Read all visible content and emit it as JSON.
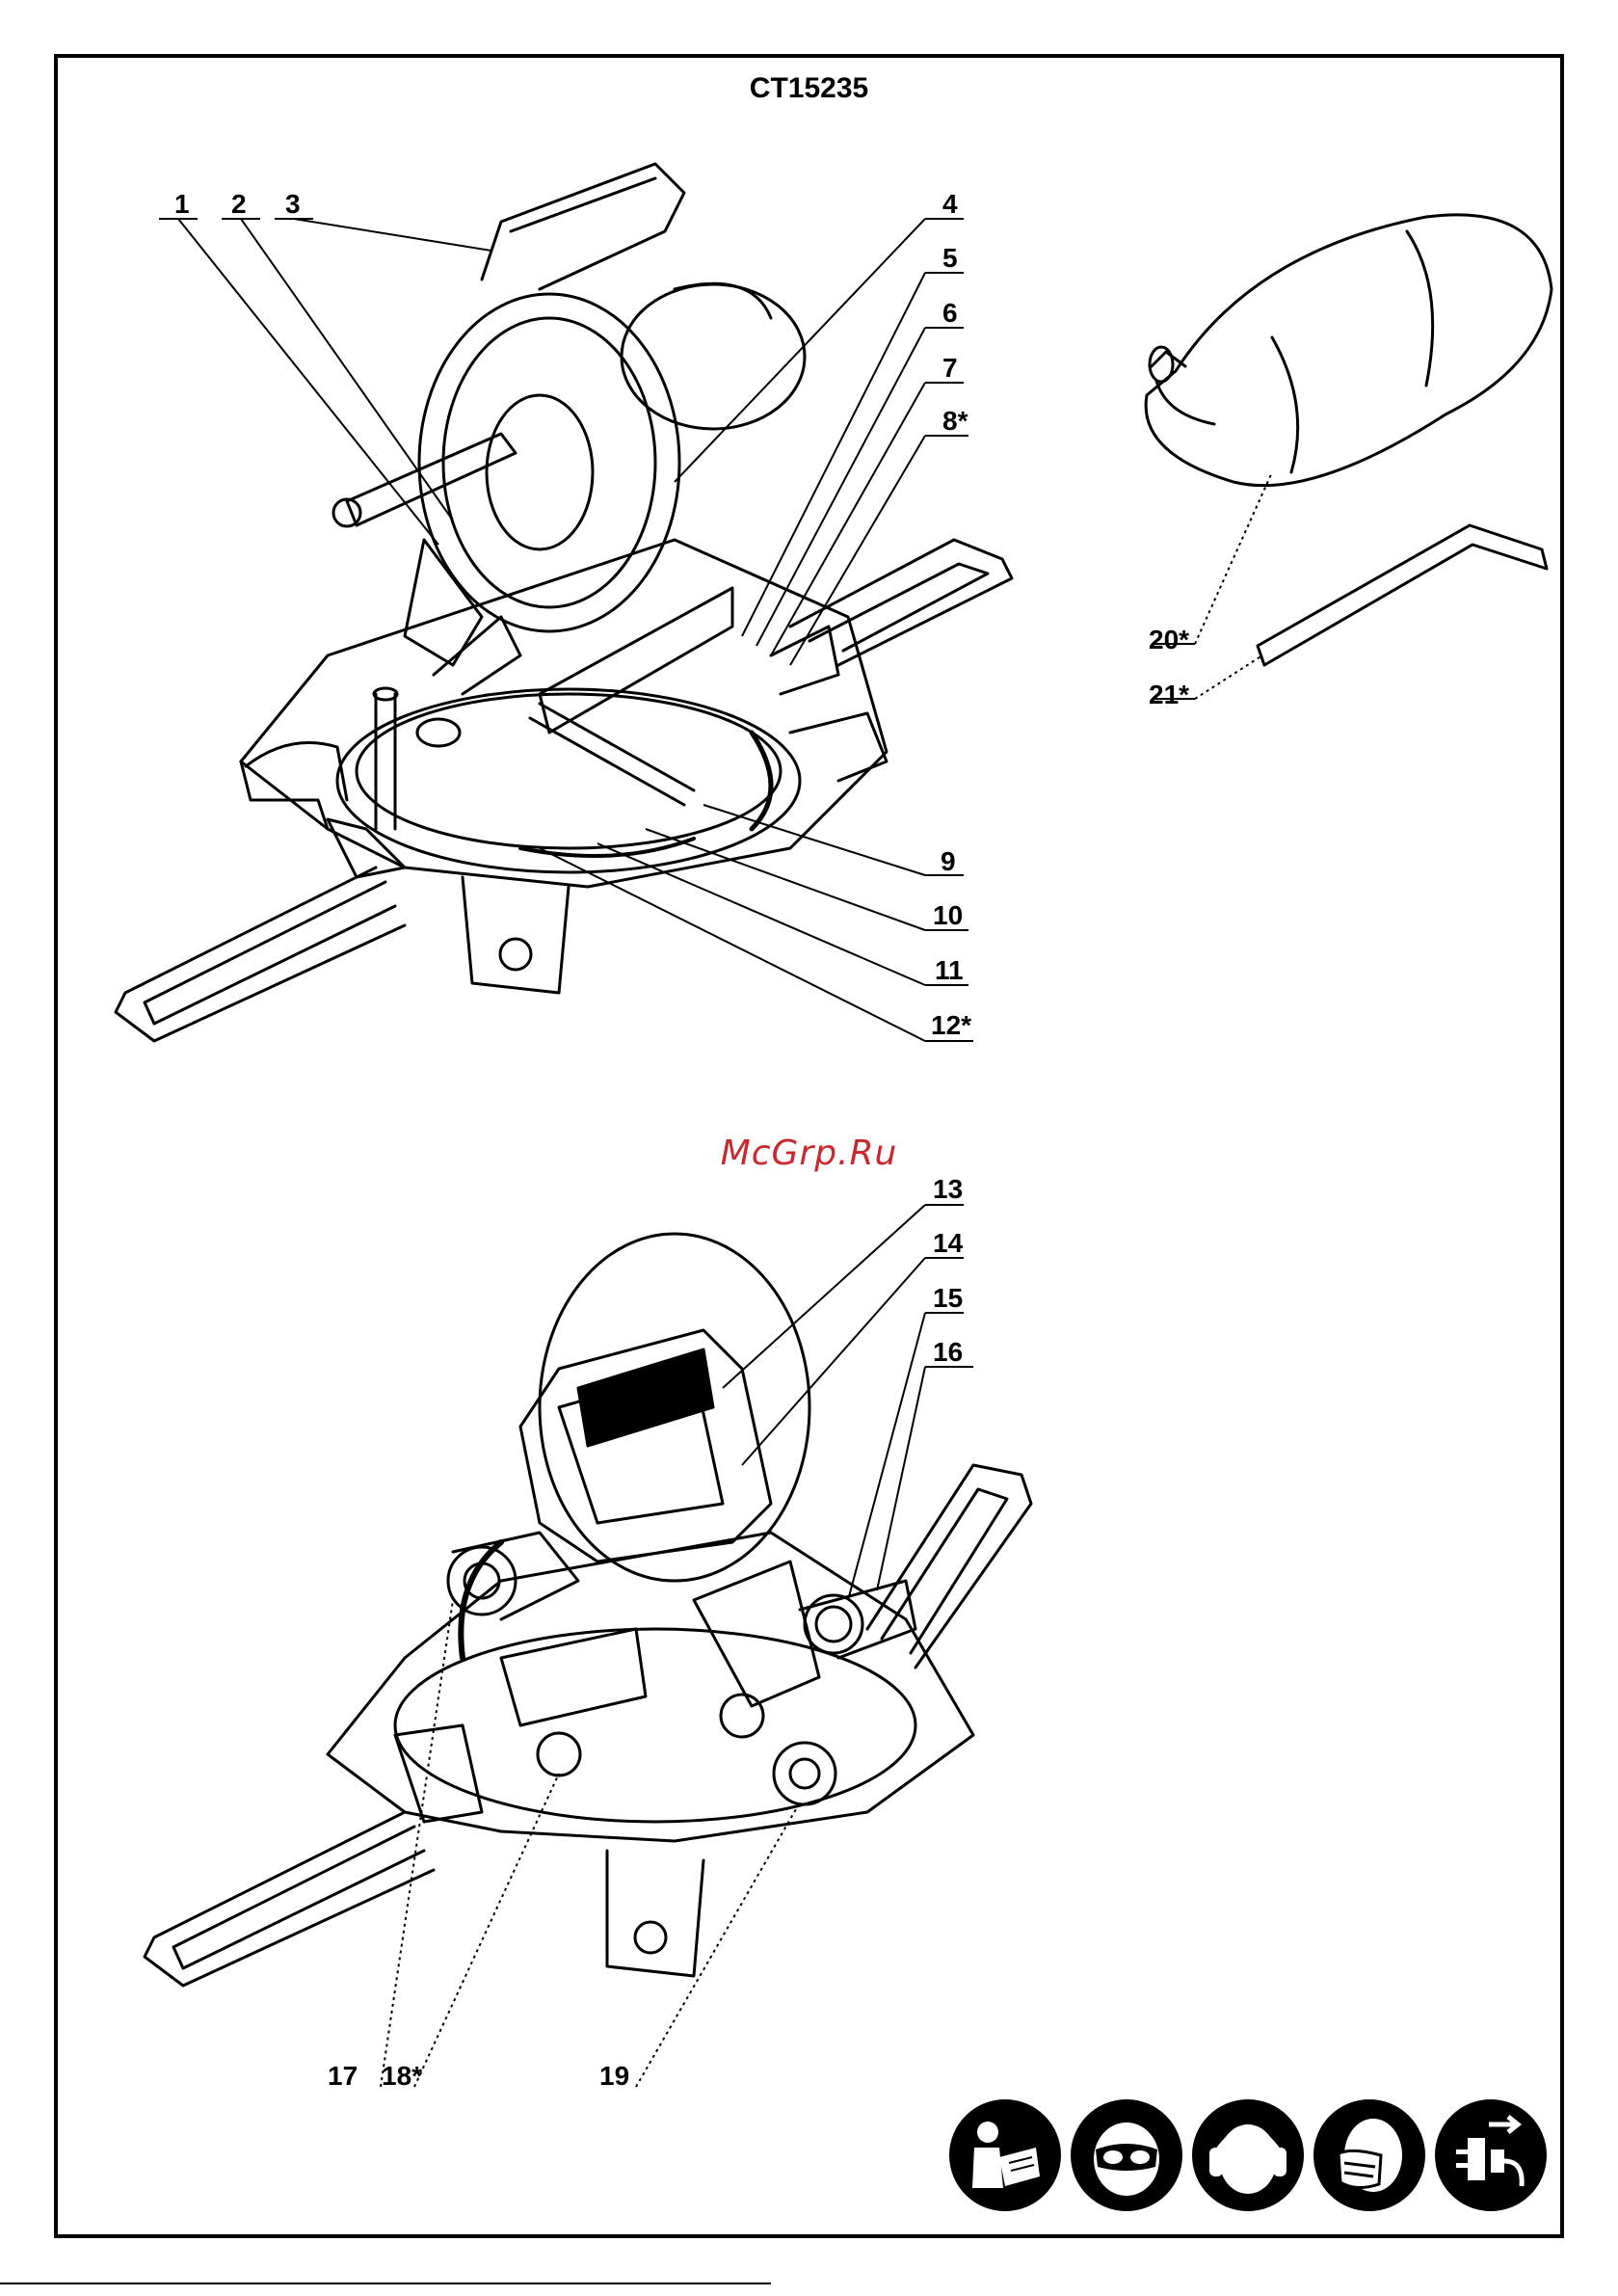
{
  "model": "CT15235",
  "watermark": "McGrp.Ru",
  "callouts": [
    "1",
    "2",
    "3",
    "4",
    "5",
    "6",
    "7",
    "8*",
    "9",
    "10",
    "11",
    "12*",
    "13",
    "14",
    "15",
    "16",
    "17",
    "18*",
    "19",
    "20*",
    "21*"
  ],
  "pictograms": [
    "read-manual-icon",
    "eye-protection-icon",
    "ear-protection-icon",
    "dust-mask-icon",
    "unplug-icon"
  ]
}
